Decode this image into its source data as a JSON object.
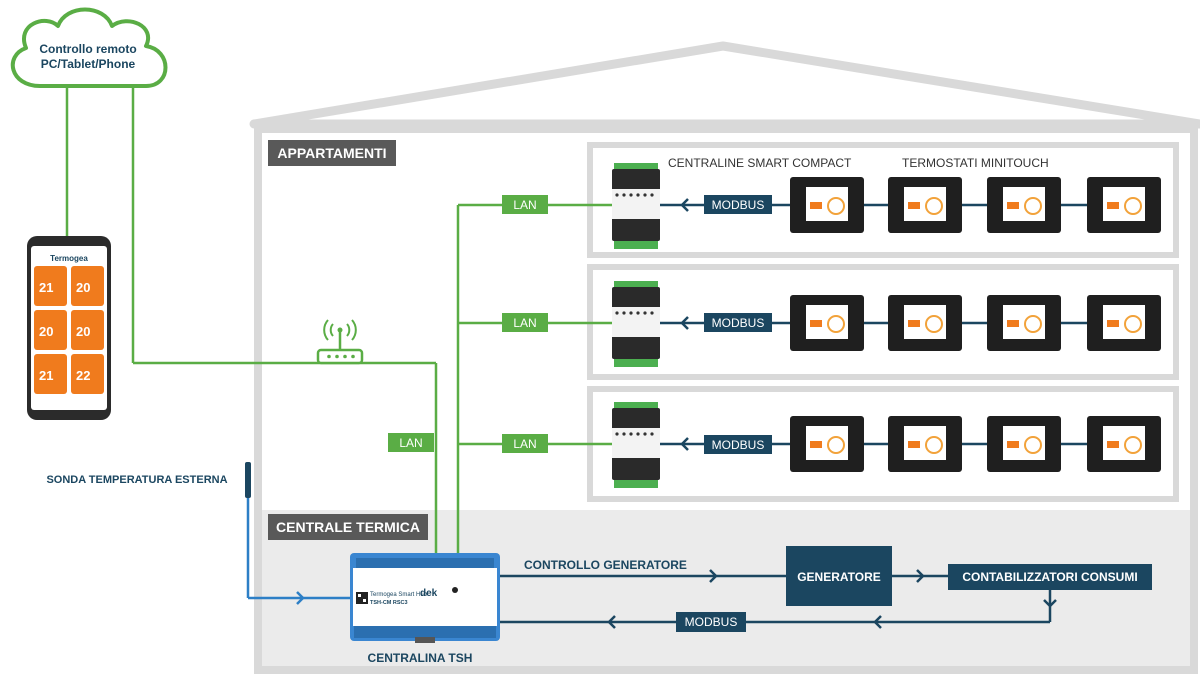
{
  "cloud": {
    "line1": "Controllo remoto",
    "line2": "PC/Tablet/Phone"
  },
  "phone": {
    "brand": "Termogea",
    "tiles": [
      "21",
      "20",
      "20",
      "20",
      "21",
      "22"
    ]
  },
  "sections": {
    "apartments": "APPARTAMENTI",
    "plant_room": "CENTRALE TERMICA"
  },
  "headers": {
    "controllers": "CENTRALINE SMART COMPACT",
    "thermostats": "TERMOSTATI MINITOUCH"
  },
  "rows": [
    {
      "lan": "LAN",
      "bus": "MODBUS"
    },
    {
      "lan": "LAN",
      "bus": "MODBUS"
    },
    {
      "lan": "LAN",
      "bus": "MODBUS"
    }
  ],
  "network": {
    "lan_main": "LAN"
  },
  "sensor": {
    "label": "SONDA TEMPERATURA ESTERNA"
  },
  "hub": {
    "title": "Termogea Smart Hub",
    "model": "TSH-CM RSC3",
    "brand": "dek",
    "caption": "CENTRALINA TSH"
  },
  "plant": {
    "control": "CONTROLLO GENERATORE",
    "generator": "GENERATORE",
    "meters": "CONTABILIZZATORI CONSUMI",
    "bus": "MODBUS"
  },
  "colors": {
    "green": "#5aad45",
    "navy": "#1b4660",
    "blue": "#2d7fc6",
    "house": "#d9d9d9",
    "label_dark": "#595959"
  }
}
